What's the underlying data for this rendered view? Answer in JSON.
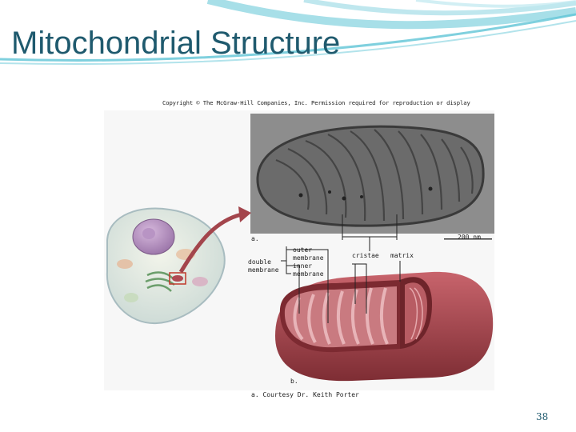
{
  "slide": {
    "title": "Mitochondrial Structure",
    "copyright": "Copyright © The McGraw-Hill Companies, Inc. Permission required for reproduction or display",
    "page_number": "38"
  },
  "figure": {
    "panel_a_label": "a.",
    "panel_b_label": "b.",
    "scale_bar": "200 nm",
    "labels": {
      "double_membrane_1": "double",
      "double_membrane_2": "membrane",
      "outer_membrane_1": "outer",
      "outer_membrane_2": "membrane",
      "inner_membrane_1": "inner",
      "inner_membrane_2": "membrane",
      "cristae": "cristae",
      "matrix": "matrix"
    },
    "credit": "a. Courtesy Dr. Keith Porter"
  },
  "colors": {
    "title": "#1f5a6e",
    "swoosh": "#5fc4d6",
    "mito_outer": "#a5424a",
    "mito_inner": "#c86a70",
    "micrograph": "#8c8c8c"
  }
}
